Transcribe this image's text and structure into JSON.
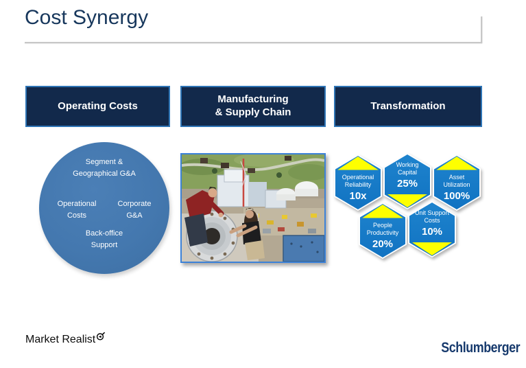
{
  "slide": {
    "title": "Cost Synergy"
  },
  "columns": {
    "operating": "Operating Costs",
    "manufacturing": "Manufacturing\n& Supply Chain",
    "transformation": "Transformation"
  },
  "operating_circle": {
    "top": "Segment &\nGeographical G&A",
    "left": "Operational\nCosts",
    "right": "Corporate\nG&A",
    "bottom": "Back-office\nSupport"
  },
  "manufacturing_photo": {
    "alt": "aerial photo of drilling facility with two workers inspecting a large metal flange"
  },
  "transformation": {
    "hexagons": [
      {
        "label": "Operational\nReliability",
        "value": "10x",
        "indicator": "up"
      },
      {
        "label": "Working\nCapital",
        "value": "25%",
        "indicator": "down"
      },
      {
        "label": "Asset\nUtilization",
        "value": "100%",
        "indicator": "up"
      },
      {
        "label": "People\nProductivity",
        "value": "20%",
        "indicator": "up"
      },
      {
        "label": "Unit Support\nCosts",
        "value": "10%",
        "indicator": "down"
      }
    ]
  },
  "footer": {
    "left_brand": "Market Realist",
    "right_brand": "Schlumberger"
  },
  "colors": {
    "title_navy": "#17375c",
    "header_navy": "#12294b",
    "header_border": "#2e75b6",
    "circle_blue": "#4478af",
    "hex_blue": "#1377c6",
    "indicator_yellow": "#feff00",
    "photo_border_blue": "#3c82d8",
    "schlumberger_navy": "#173a6d"
  }
}
